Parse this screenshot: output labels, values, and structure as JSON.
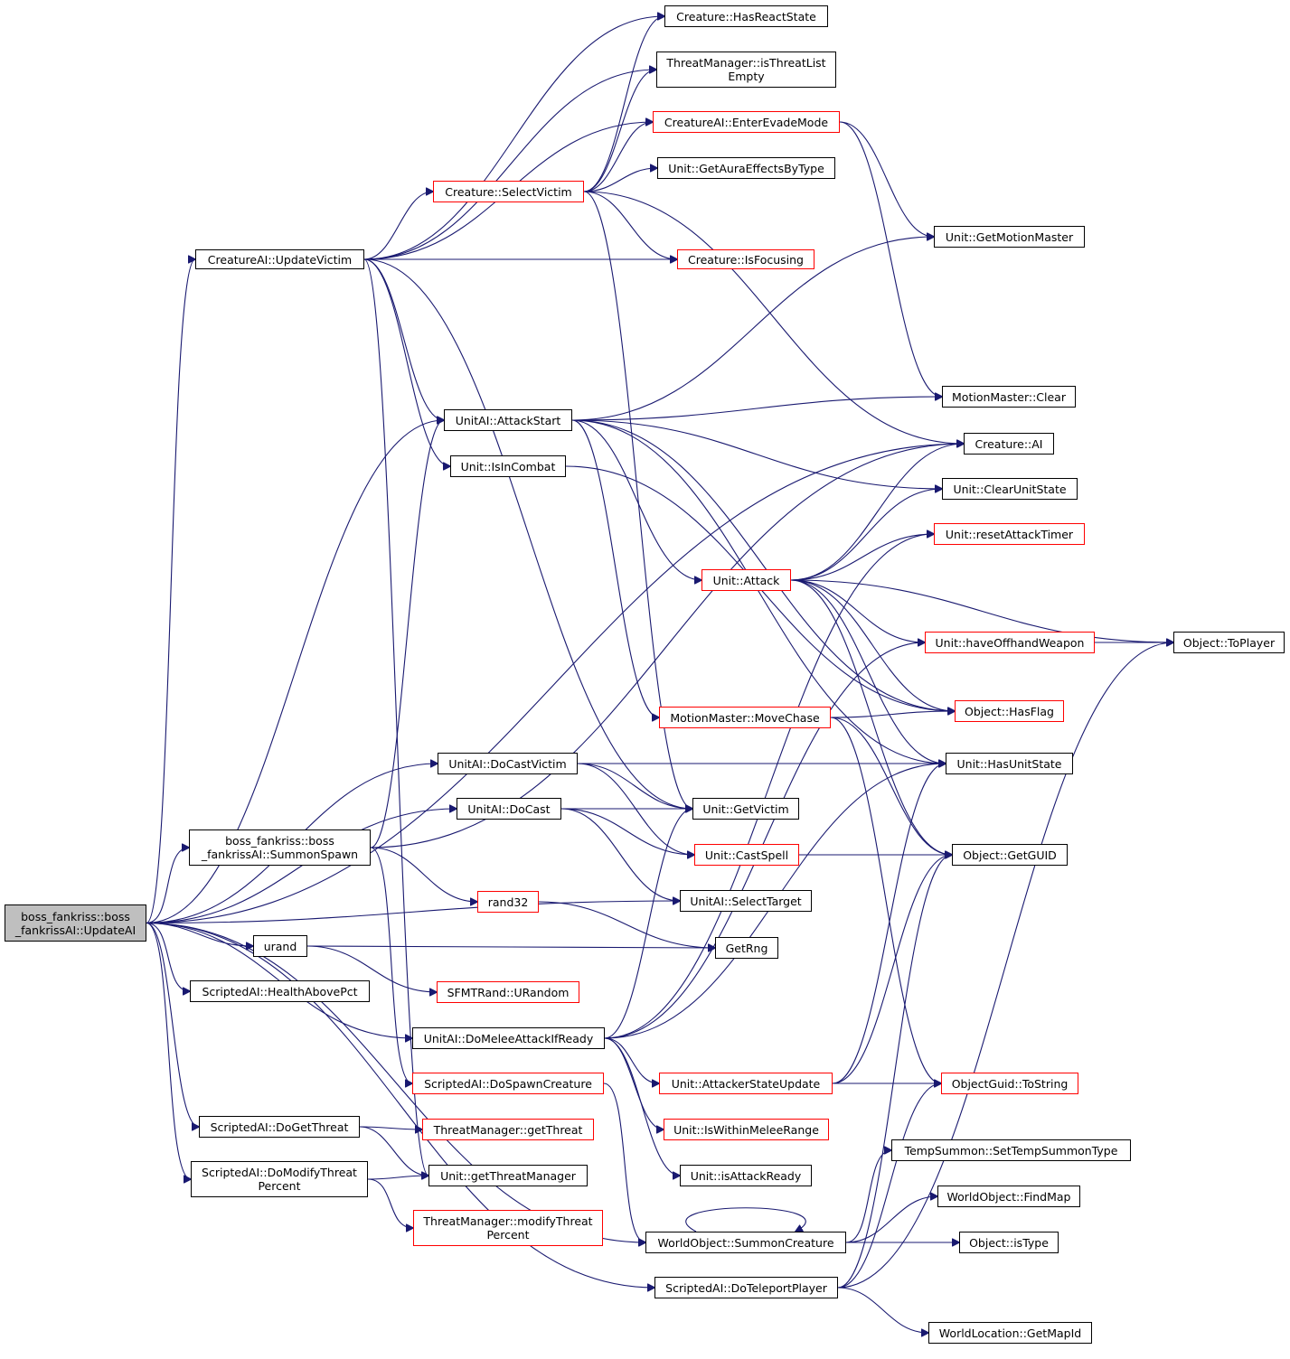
{
  "nodes": {
    "root": {
      "label": "boss_fankriss::boss\n_fankrissAI::UpdateAI",
      "border": "black",
      "current": true
    },
    "updateVictim": {
      "label": "CreatureAI::UpdateVictim",
      "border": "black"
    },
    "hasReactState": {
      "label": "Creature::HasReactState",
      "border": "black"
    },
    "isThreatListEmpty": {
      "label": "ThreatManager::isThreatList\nEmpty",
      "border": "black"
    },
    "enterEvadeMode": {
      "label": "CreatureAI::EnterEvadeMode",
      "border": "red"
    },
    "getAuraEffectsByType": {
      "label": "Unit::GetAuraEffectsByType",
      "border": "black"
    },
    "selectVictim": {
      "label": "Creature::SelectVictim",
      "border": "red"
    },
    "getMotionMaster": {
      "label": "Unit::GetMotionMaster",
      "border": "black"
    },
    "isFocusing": {
      "label": "Creature::IsFocusing",
      "border": "red"
    },
    "motionMasterClear": {
      "label": "MotionMaster::Clear",
      "border": "black"
    },
    "attackStart": {
      "label": "UnitAI::AttackStart",
      "border": "black"
    },
    "creatureAI": {
      "label": "Creature::AI",
      "border": "black"
    },
    "isInCombat": {
      "label": "Unit::IsInCombat",
      "border": "black"
    },
    "clearUnitState": {
      "label": "Unit::ClearUnitState",
      "border": "black"
    },
    "resetAttackTimer": {
      "label": "Unit::resetAttackTimer",
      "border": "red"
    },
    "unitAttack": {
      "label": "Unit::Attack",
      "border": "red"
    },
    "haveOffhandWeapon": {
      "label": "Unit::haveOffhandWeapon",
      "border": "red"
    },
    "toPlayer": {
      "label": "Object::ToPlayer",
      "border": "black"
    },
    "moveChase": {
      "label": "MotionMaster::MoveChase",
      "border": "red"
    },
    "hasFlag": {
      "label": "Object::HasFlag",
      "border": "red"
    },
    "doCastVictim": {
      "label": "UnitAI::DoCastVictim",
      "border": "black"
    },
    "hasUnitState": {
      "label": "Unit::HasUnitState",
      "border": "black"
    },
    "doCast": {
      "label": "UnitAI::DoCast",
      "border": "black"
    },
    "getVictim": {
      "label": "Unit::GetVictim",
      "border": "black"
    },
    "summonSpawn": {
      "label": "boss_fankriss::boss\n_fankrissAI::SummonSpawn",
      "border": "black"
    },
    "castSpell": {
      "label": "Unit::CastSpell",
      "border": "red"
    },
    "getGUID": {
      "label": "Object::GetGUID",
      "border": "black"
    },
    "rand32": {
      "label": "rand32",
      "border": "red"
    },
    "selectTarget": {
      "label": "UnitAI::SelectTarget",
      "border": "black"
    },
    "urand": {
      "label": "urand",
      "border": "black"
    },
    "getRng": {
      "label": "GetRng",
      "border": "black"
    },
    "healthAbovePct": {
      "label": "ScriptedAI::HealthAbovePct",
      "border": "black"
    },
    "sfmtURandom": {
      "label": "SFMTRand::URandom",
      "border": "red"
    },
    "doMeleeAttackIfReady": {
      "label": "UnitAI::DoMeleeAttackIfReady",
      "border": "black"
    },
    "doSpawnCreature": {
      "label": "ScriptedAI::DoSpawnCreature",
      "border": "red"
    },
    "attackerStateUpdate": {
      "label": "Unit::AttackerStateUpdate",
      "border": "red"
    },
    "objectGuidToString": {
      "label": "ObjectGuid::ToString",
      "border": "red"
    },
    "doGetThreat": {
      "label": "ScriptedAI::DoGetThreat",
      "border": "black"
    },
    "threatGetThreat": {
      "label": "ThreatManager::getThreat",
      "border": "red"
    },
    "isWithinMeleeRange": {
      "label": "Unit::IsWithinMeleeRange",
      "border": "red"
    },
    "setTempSummonType": {
      "label": "TempSummon::SetTempSummonType",
      "border": "black"
    },
    "doModifyThreatPercent": {
      "label": "ScriptedAI::DoModifyThreat\nPercent",
      "border": "black"
    },
    "getThreatManager": {
      "label": "Unit::getThreatManager",
      "border": "black"
    },
    "isAttackReady": {
      "label": "Unit::isAttackReady",
      "border": "black"
    },
    "findMap": {
      "label": "WorldObject::FindMap",
      "border": "black"
    },
    "modifyThreatPercent": {
      "label": "ThreatManager::modifyThreat\nPercent",
      "border": "red"
    },
    "summonCreature": {
      "label": "WorldObject::SummonCreature",
      "border": "black"
    },
    "isType": {
      "label": "Object::isType",
      "border": "black"
    },
    "doTeleportPlayer": {
      "label": "ScriptedAI::DoTeleportPlayer",
      "border": "black"
    },
    "getMapId": {
      "label": "WorldLocation::GetMapId",
      "border": "black"
    }
  },
  "edges": [
    [
      "root",
      "updateVictim"
    ],
    [
      "root",
      "attackStart"
    ],
    [
      "root",
      "creatureAI"
    ],
    [
      "root",
      "doCastVictim"
    ],
    [
      "root",
      "doCast"
    ],
    [
      "root",
      "summonSpawn"
    ],
    [
      "root",
      "selectTarget"
    ],
    [
      "root",
      "urand"
    ],
    [
      "root",
      "healthAbovePct"
    ],
    [
      "root",
      "doMeleeAttackIfReady"
    ],
    [
      "root",
      "doGetThreat"
    ],
    [
      "root",
      "doModifyThreatPercent"
    ],
    [
      "root",
      "summonCreature"
    ],
    [
      "root",
      "doTeleportPlayer"
    ],
    [
      "updateVictim",
      "hasReactState"
    ],
    [
      "updateVictim",
      "isThreatListEmpty"
    ],
    [
      "updateVictim",
      "enterEvadeMode"
    ],
    [
      "updateVictim",
      "selectVictim"
    ],
    [
      "updateVictim",
      "isFocusing"
    ],
    [
      "updateVictim",
      "attackStart"
    ],
    [
      "updateVictim",
      "isInCombat"
    ],
    [
      "updateVictim",
      "getVictim"
    ],
    [
      "updateVictim",
      "getThreatManager"
    ],
    [
      "selectVictim",
      "hasReactState"
    ],
    [
      "selectVictim",
      "isThreatListEmpty"
    ],
    [
      "selectVictim",
      "enterEvadeMode"
    ],
    [
      "selectVictim",
      "getAuraEffectsByType"
    ],
    [
      "selectVictim",
      "isFocusing"
    ],
    [
      "selectVictim",
      "creatureAI"
    ],
    [
      "selectVictim",
      "getVictim"
    ],
    [
      "enterEvadeMode",
      "getMotionMaster"
    ],
    [
      "enterEvadeMode",
      "motionMasterClear"
    ],
    [
      "attackStart",
      "getMotionMaster"
    ],
    [
      "attackStart",
      "motionMasterClear"
    ],
    [
      "attackStart",
      "clearUnitState"
    ],
    [
      "attackStart",
      "unitAttack"
    ],
    [
      "attackStart",
      "moveChase"
    ],
    [
      "attackStart",
      "hasFlag"
    ],
    [
      "attackStart",
      "hasUnitState"
    ],
    [
      "isInCombat",
      "hasFlag"
    ],
    [
      "unitAttack",
      "creatureAI"
    ],
    [
      "unitAttack",
      "clearUnitState"
    ],
    [
      "unitAttack",
      "resetAttackTimer"
    ],
    [
      "unitAttack",
      "haveOffhandWeapon"
    ],
    [
      "unitAttack",
      "toPlayer"
    ],
    [
      "unitAttack",
      "hasFlag"
    ],
    [
      "unitAttack",
      "hasUnitState"
    ],
    [
      "unitAttack",
      "getGUID"
    ],
    [
      "haveOffhandWeapon",
      "toPlayer"
    ],
    [
      "moveChase",
      "hasFlag"
    ],
    [
      "moveChase",
      "getGUID"
    ],
    [
      "moveChase",
      "objectGuidToString"
    ],
    [
      "doCastVictim",
      "hasUnitState"
    ],
    [
      "doCastVictim",
      "getVictim"
    ],
    [
      "doCastVictim",
      "castSpell"
    ],
    [
      "doCast",
      "getVictim"
    ],
    [
      "doCast",
      "castSpell"
    ],
    [
      "doCast",
      "selectTarget"
    ],
    [
      "castSpell",
      "getGUID"
    ],
    [
      "summonSpawn",
      "attackStart"
    ],
    [
      "summonSpawn",
      "creatureAI"
    ],
    [
      "summonSpawn",
      "rand32"
    ],
    [
      "summonSpawn",
      "doSpawnCreature"
    ],
    [
      "rand32",
      "getRng"
    ],
    [
      "urand",
      "getRng"
    ],
    [
      "urand",
      "sfmtURandom"
    ],
    [
      "doMeleeAttackIfReady",
      "getVictim"
    ],
    [
      "doMeleeAttackIfReady",
      "resetAttackTimer"
    ],
    [
      "doMeleeAttackIfReady",
      "haveOffhandWeapon"
    ],
    [
      "doMeleeAttackIfReady",
      "hasUnitState"
    ],
    [
      "doMeleeAttackIfReady",
      "attackerStateUpdate"
    ],
    [
      "doMeleeAttackIfReady",
      "isWithinMeleeRange"
    ],
    [
      "doMeleeAttackIfReady",
      "isAttackReady"
    ],
    [
      "attackerStateUpdate",
      "hasUnitState"
    ],
    [
      "attackerStateUpdate",
      "getGUID"
    ],
    [
      "attackerStateUpdate",
      "objectGuidToString"
    ],
    [
      "doSpawnCreature",
      "summonCreature"
    ],
    [
      "doGetThreat",
      "threatGetThreat"
    ],
    [
      "doGetThreat",
      "getThreatManager"
    ],
    [
      "doModifyThreatPercent",
      "getThreatManager"
    ],
    [
      "doModifyThreatPercent",
      "modifyThreatPercent"
    ],
    [
      "summonCreature",
      "setTempSummonType"
    ],
    [
      "summonCreature",
      "findMap"
    ],
    [
      "summonCreature",
      "isType"
    ],
    [
      "summonCreature",
      "summonCreature"
    ],
    [
      "doTeleportPlayer",
      "toPlayer"
    ],
    [
      "doTeleportPlayer",
      "getGUID"
    ],
    [
      "doTeleportPlayer",
      "objectGuidToString"
    ],
    [
      "doTeleportPlayer",
      "getMapId"
    ]
  ],
  "colors": {
    "edge": "#191970",
    "border_red": "#ff0000",
    "border_black": "#000000",
    "current_fill": "#bfbfbf"
  }
}
